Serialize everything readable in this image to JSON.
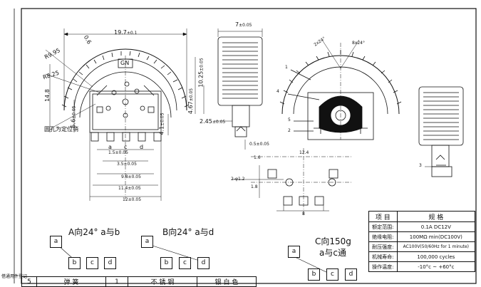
{
  "dims": {
    "width_total": "19.7",
    "width_total_tol": "±0.1",
    "r_outer": "R9.95",
    "r_inner": "R8.25",
    "height_14_8": "14.8",
    "height_10_25": "10.25",
    "height_10_25_tol": "±0.05",
    "height_4_67": "4.67",
    "height_4_67_tol": "±0.05",
    "height_5_6": "5.6",
    "height_5_6_tol": "±0.05",
    "height_4_1": "4.1",
    "height_4_1_tol": "±0.05",
    "knob_width": "7",
    "knob_width_tol": "±0.05",
    "dim_2_45": "2.45",
    "dim_2_45_tol": "±0.05",
    "dim_0_5": "0.5",
    "dim_0_5_tol": "±0.05",
    "dim_1_5": "1.5",
    "dim_1_5_tol": "±0.05",
    "dim_3_5": "3.5",
    "dim_3_5_tol": "±0.05",
    "dim_9_8": "9.8",
    "dim_9_8_tol": "±0.05",
    "dim_11_4": "11.4",
    "dim_11_4_tol": "±0.05",
    "dim_12": "12",
    "dim_12_tol": "±0.05",
    "angle_0_6": "0.6",
    "angle_2x24": "2x24°",
    "angle_8x24": "8x24°",
    "pad_1_6a": "1.6",
    "pad_12_4": "12.4",
    "pad_1_8": "1.8",
    "pad_1_6b": "1.6",
    "pad_8": "8",
    "pad_hole": "2-φ1.2"
  },
  "labels": {
    "gn": "GN",
    "pin_a": "a",
    "pin_b": "b",
    "pin_c": "c",
    "pin_d": "d",
    "hole_note": "圆孔为定位销",
    "num1": "1",
    "num2": "2",
    "num3": "3",
    "num4": "4",
    "num5": "5"
  },
  "modes": [
    {
      "title": "A向24° a与b",
      "top": [
        "a"
      ],
      "bottom": [
        "b",
        "c",
        "d"
      ]
    },
    {
      "title": "B向24° a与d",
      "top": [
        "a"
      ],
      "bottom": [
        "b",
        "c",
        "d"
      ]
    },
    {
      "title": "C向150g",
      "subtitle": "a与c通",
      "top": [
        "a"
      ],
      "bottom": [
        "b",
        "c",
        "d"
      ]
    }
  ],
  "spec_table": {
    "headers": [
      "项 目",
      "规 格"
    ],
    "rows": [
      [
        "额定范围:",
        "0.1A DC12V"
      ],
      [
        "绝缘电阻:",
        "100MΩ min(DC100V)"
      ],
      [
        "耐压强度:",
        "AC100V(50/60Hz for 1 minute)"
      ],
      [
        "机械寿命:",
        "100,000 cycles"
      ],
      [
        "操作温度:",
        "-10°c ~ +60°c"
      ]
    ]
  },
  "bom_row": [
    "5",
    "弹 簧",
    "1",
    "不 锈 钢",
    "银 白 色"
  ],
  "margin_note": "借通用件登记"
}
